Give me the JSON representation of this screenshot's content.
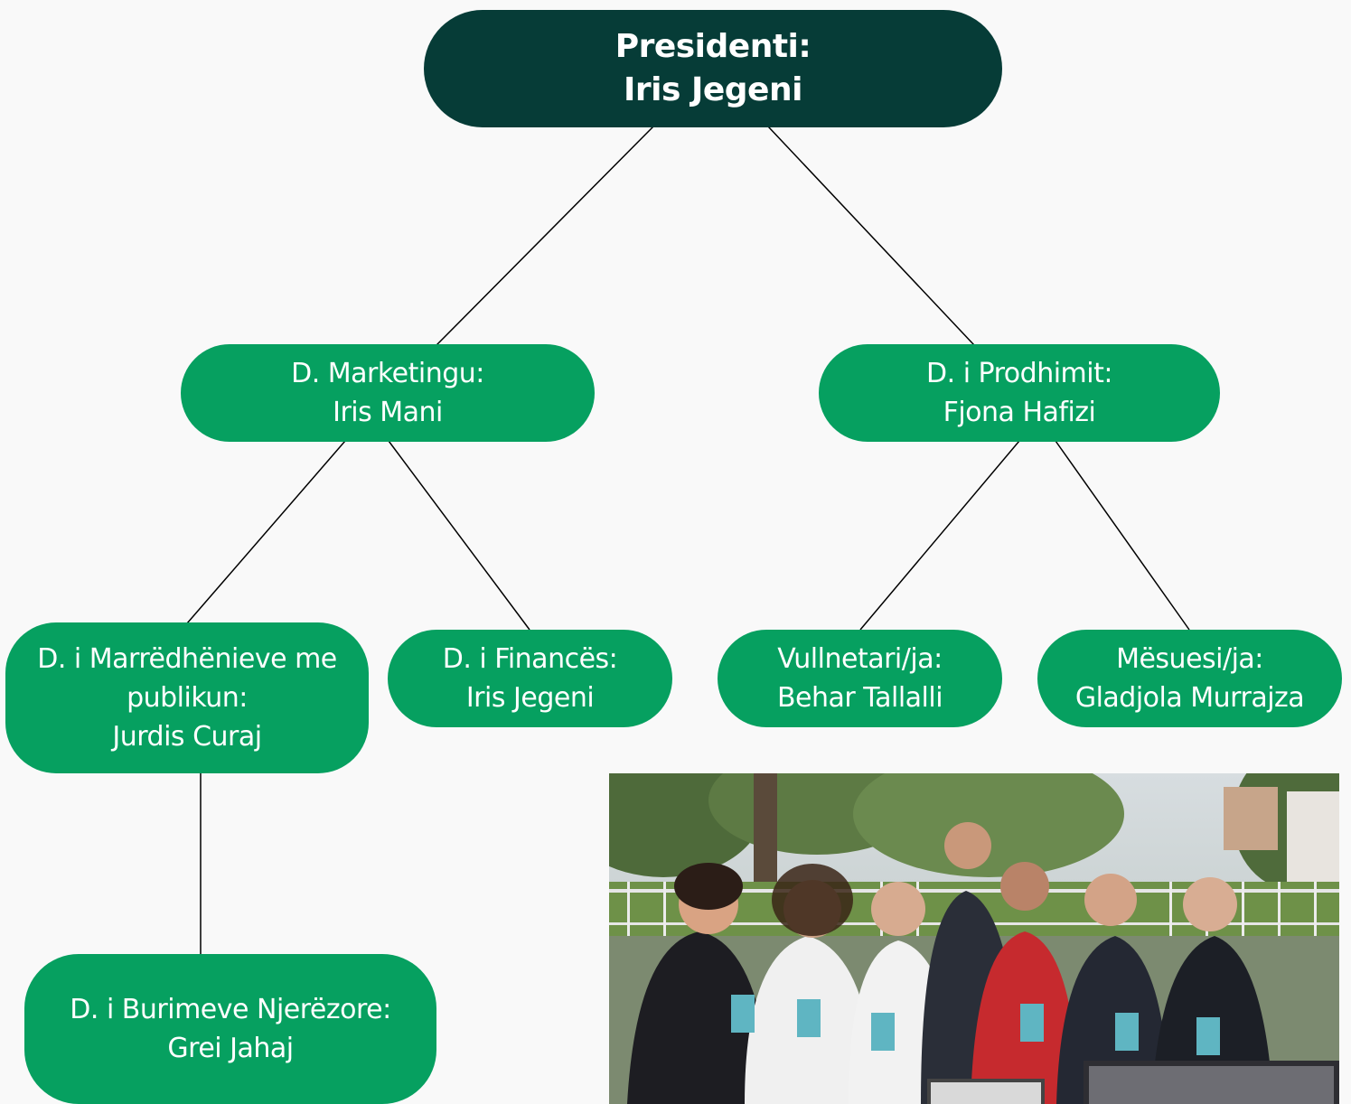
{
  "org_chart": {
    "president": {
      "role": "Presidenti:",
      "name": "Iris Jegeni"
    },
    "marketing": {
      "role": "D. Marketingu:",
      "name": "Iris Mani"
    },
    "production": {
      "role": "D. i Prodhimit:",
      "name": "Fjona Hafizi"
    },
    "public_relations": {
      "role_line1": "D. i Marrëdhënieve me",
      "role_line2": "publikun:",
      "name": "Jurdis Curaj"
    },
    "finance": {
      "role": "D. i Financës:",
      "name": "Iris Jegeni"
    },
    "volunteer": {
      "role": "Vullnetari/ja:",
      "name": "Behar Tallalli"
    },
    "teacher": {
      "role": "Mësuesi/ja:",
      "name": "Gladjola Murrajza"
    },
    "human_resources": {
      "role": "D. i Burimeve Njerëzore:",
      "name": "Grei Jahaj"
    }
  },
  "colors": {
    "top_node": "#063c37",
    "node": "#06a060",
    "text": "#ffffff",
    "connector": "#000000",
    "background": "#f9f9f9"
  }
}
